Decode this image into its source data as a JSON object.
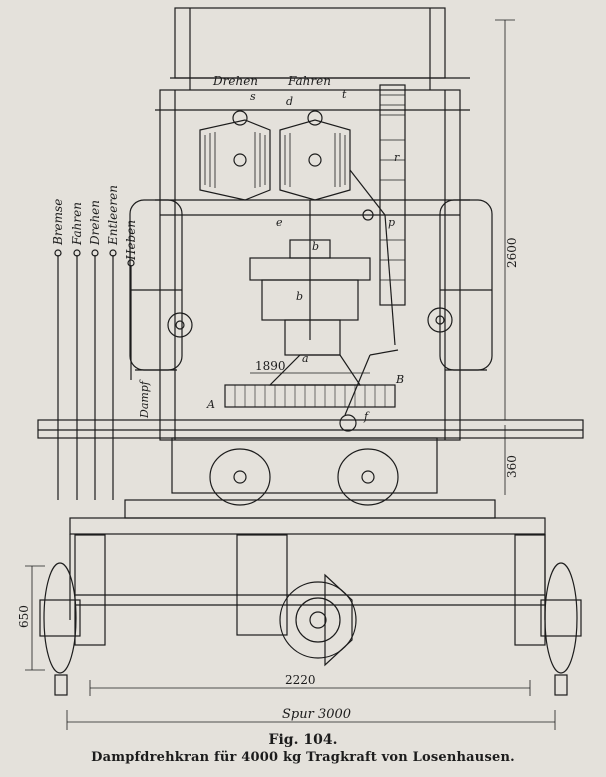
{
  "labels": {
    "drehen_top": "Drehen",
    "fahren_top": "Fahren",
    "s": "s",
    "d": "d",
    "t": "t",
    "r": "r",
    "e": "e",
    "p": "p",
    "b_upper": "b",
    "b_lower": "b",
    "a": "a",
    "A": "A",
    "B": "B",
    "f": "f",
    "bremse": "Bremse",
    "fahren_lever": "Fahren",
    "drehen_lever": "Drehen",
    "entleeren": "Entleeren",
    "heben": "Heben",
    "dampf": "Dampf"
  },
  "dimensions": {
    "d2600": "2600",
    "d1890": "1890",
    "d360": "360",
    "d650": "650",
    "d2220": "2220",
    "spur": "Spur 3000"
  },
  "caption": {
    "figure": "Fig. 104.",
    "title": "Dampfdrehkran für 4000 kg Tragkraft von Losenhausen."
  }
}
